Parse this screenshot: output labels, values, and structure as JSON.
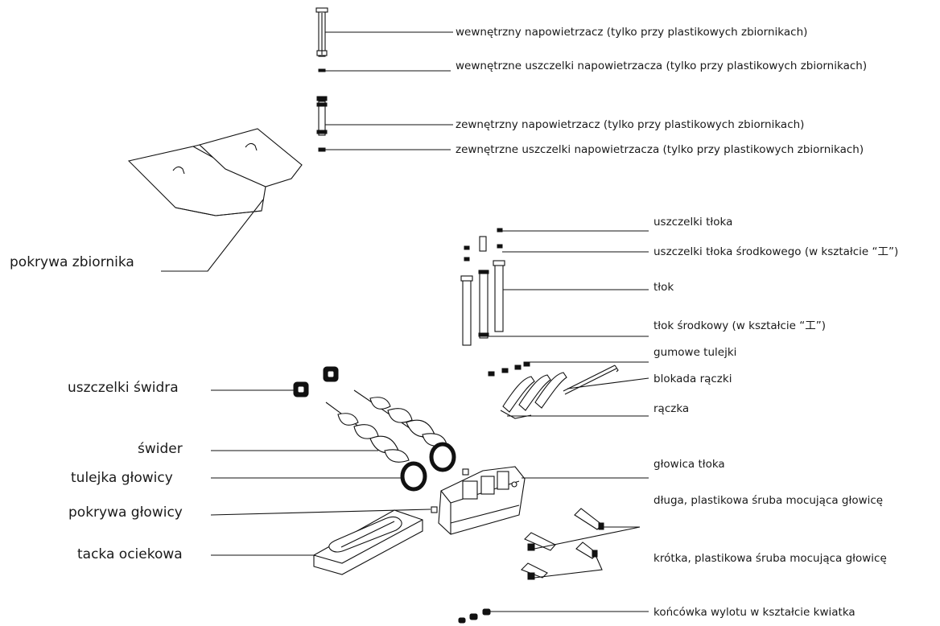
{
  "labels": {
    "inner_aerator": "wewnętrzny napowietrzacz (tylko przy plastikowych zbiornikach)",
    "inner_aerator_seals": "wewnętrzne uszczelki napowietrzacza (tylko przy plastikowych zbiornikach)",
    "outer_aerator": "zewnętrzny napowietrzacz (tylko przy plastikowych zbiornikach)",
    "outer_aerator_seals": "zewnętrzne uszczelki napowietrzacza (tylko przy plastikowych zbiornikach)",
    "tank_cover": "pokrywa zbiornika",
    "piston_seals": "uszczelki tłoka",
    "middle_piston_seals": "uszczelki tłoka środkowego (w kształcie “工”)",
    "piston": "tłok",
    "middle_piston": "tłok środkowy (w kształcie “工”)",
    "rubber_sleeves": "gumowe tulejki",
    "handle_lock": "blokada rączki",
    "handle": "rączka",
    "auger_seals": "uszczelki świdra",
    "auger": "świder",
    "head_sleeve": "tulejka głowicy",
    "head_cover": "pokrywa głowicy",
    "drip_tray": "tacka ociekowa",
    "piston_head": "głowica tłoka",
    "long_screw": "długa, plastikowa śruba mocująca głowicę",
    "short_screw": "krótka, plastikowa śruba mocująca głowicę",
    "flower_nozzle": "końcówka wylotu w kształcie kwiatka"
  }
}
